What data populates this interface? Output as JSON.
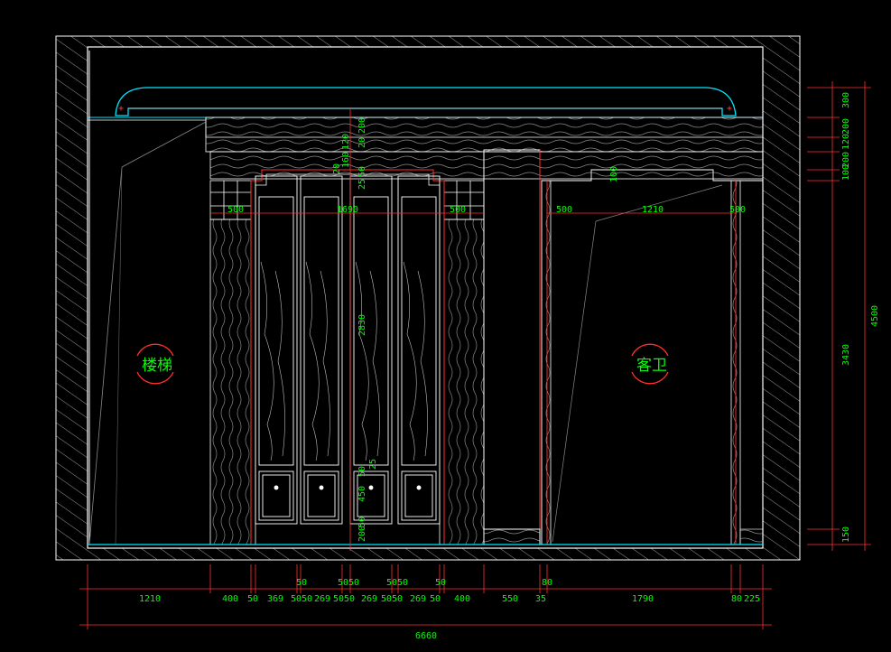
{
  "colors": {
    "background": "#000000",
    "wall": "#ffffff",
    "hatch": "#aaaaaa",
    "cyan": "#00e5ff",
    "dimension_line": "#ff0000",
    "dimension_text": "#00ff00",
    "wood": "#9a9a9a"
  },
  "rooms": {
    "stairs": "楼梯",
    "guest_bath": "客卫"
  },
  "dims": {
    "bottom_row": [
      "1210",
      "400",
      "50",
      "369",
      "5050",
      "269",
      "5050",
      "269",
      "5050",
      "269",
      "50",
      "400",
      "550",
      "35",
      "1790",
      "80",
      "225"
    ],
    "bottom_top": [
      "50",
      "5050",
      "5050",
      "50",
      "80"
    ],
    "total_width": "6660",
    "right_segments": [
      "300",
      "200",
      "120",
      "200",
      "100"
    ],
    "right_middle": "3430",
    "right_bottom": "150",
    "right_total": "4500",
    "door_width": "1690",
    "side_left": "500",
    "side_right": "500",
    "bath_left": "500",
    "bath_width": "1210",
    "bath_right": "500",
    "bath_top": "100",
    "door_height": "2830",
    "panel_height": "450",
    "top_stack": [
      "200",
      "20",
      "120",
      "160",
      "20",
      "50",
      "25"
    ],
    "bottom_stack": [
      "50",
      "25",
      "200",
      "50"
    ]
  }
}
